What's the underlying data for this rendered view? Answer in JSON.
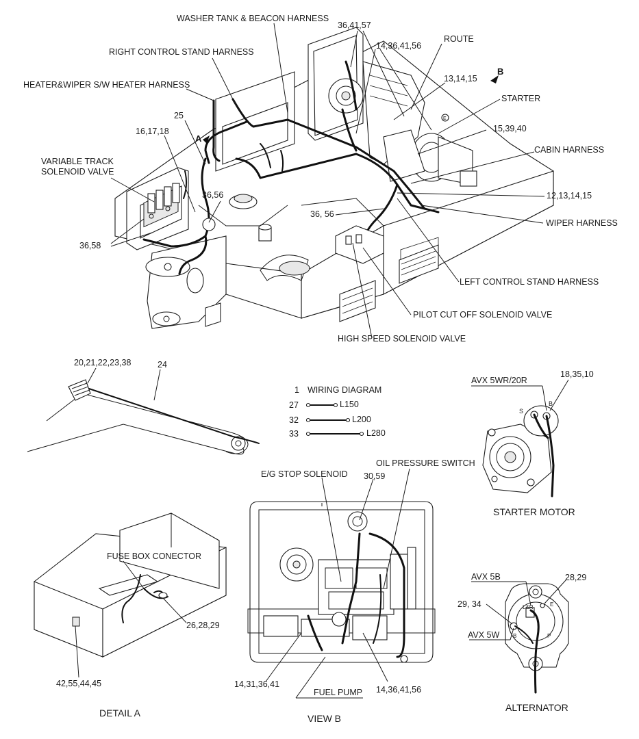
{
  "main_view": {
    "labels": {
      "washer_tank": "WASHER TANK & BEACON HARNESS",
      "right_control": "RIGHT CONTROL STAND HARNESS",
      "heater_wiper": "HEATER&WIPER S/W HEATER HARNESS",
      "ref_36_41_57": "36,41,57",
      "ref_14_36_41_56": "14,36,41,56",
      "route": "ROUTE",
      "ref_13_14_15": "13,14,15",
      "view_b_marker": "B",
      "starter": "STARTER",
      "ref_25": "25",
      "ref_16_17_18": "16,17,18",
      "view_a_marker": "A",
      "ref_15_39_40": "15,39,40",
      "cabin_harness": "CABIN HARNESS",
      "variable_track_1": "VARIABLE TRACK",
      "variable_track_2": "SOLENOID VALVE",
      "ref_12_13_14_15": "12,13,14,15",
      "ref_36_56_a": "36,56",
      "ref_36_56_b": "36, 56",
      "wiper_harness": "WIPER HARNESS",
      "ref_36_58": "36,58",
      "left_control": "LEFT CONTROL STAND HARNESS",
      "pilot_cut": "PILOT CUT OFF SOLENOID VALVE",
      "high_speed": "HIGH SPEED SOLENOID VALVE"
    }
  },
  "boom_view": {
    "labels": {
      "ref_20_38": "20,21,22,23,38",
      "ref_24": "24"
    }
  },
  "wiring_list": {
    "title_num": "1",
    "title": "WIRING DIAGRAM",
    "items": [
      {
        "num": "27",
        "length": "L150"
      },
      {
        "num": "32",
        "length": "L200"
      },
      {
        "num": "33",
        "length": "L280"
      }
    ]
  },
  "starter_motor": {
    "part_label": "AVX 5WR/20R",
    "ref": "18,35,10",
    "terminal_s": "S",
    "terminal_b": "B",
    "caption": "STARTER MOTOR"
  },
  "detail_a": {
    "fuse_box": "FUSE BOX CONECTOR",
    "ref_26_28_29": "26,28,29",
    "ref_42": "42,55,44,45",
    "caption": "DETAIL  A"
  },
  "view_b": {
    "eg_stop": "E/G STOP SOLENOID",
    "oil_pressure": "OIL PRESSURE SWITCH",
    "ref_30_59": "30,59",
    "ref_14_31": "14,31,36,41",
    "fuel_pump": "FUEL PUMP",
    "ref_14_36": "14,36,41,56",
    "caption": "VIEW  B"
  },
  "alternator": {
    "avx_5b": "AVX 5B",
    "ref_28_29": "28,29",
    "ref_29_34": "29, 34",
    "avx_5w": "AVX 5W",
    "term_lr": "L&R",
    "term_e": "E",
    "term_b": "B",
    "term_p": "P",
    "caption": "ALTERNATOR"
  }
}
